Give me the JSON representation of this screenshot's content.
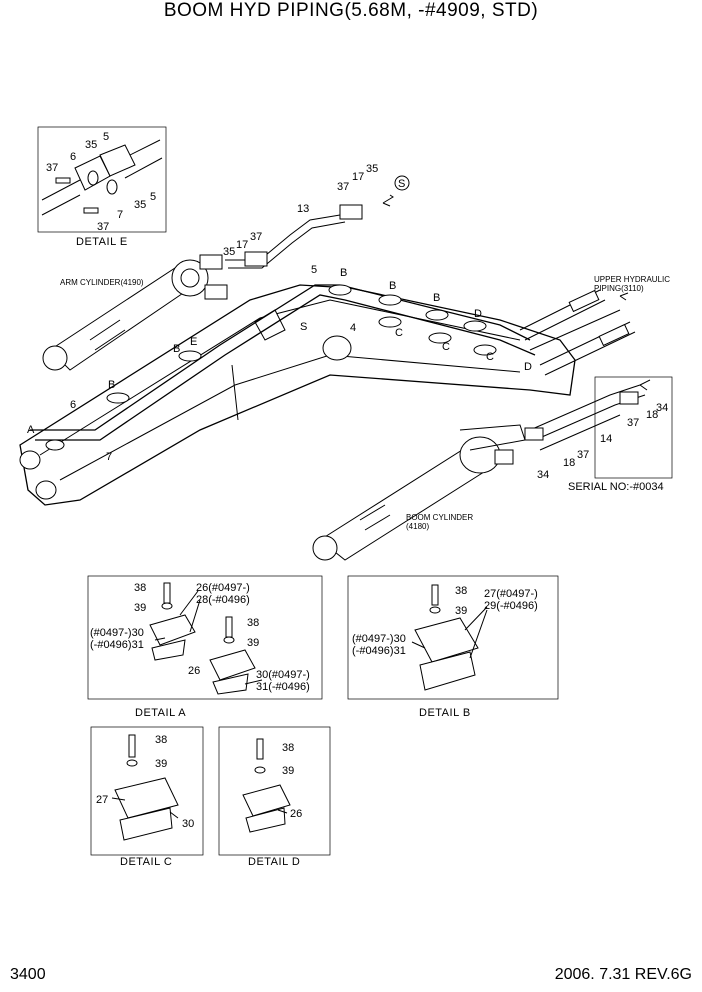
{
  "title": "BOOM HYD PIPING(5.68M, -#4909, STD)",
  "footer": {
    "page": "3400",
    "revision": "2006. 7.31  REV.6G"
  },
  "main": {
    "arm_cylinder": "ARM CYLINDER(4190)",
    "upper_line1": "UPPER HYDRAULIC",
    "upper_line2": "PIPING(3110)",
    "boom_line1": "BOOM CYLINDER",
    "boom_line2": "(4180)",
    "serial": "SERIAL NO:-#0034",
    "callouts": {
      "c35a": "35",
      "c17a": "17",
      "c37a": "37",
      "c13": "13",
      "cS1": "S",
      "c35b": "35",
      "c17b": "17",
      "c37b": "37",
      "c5": "5",
      "cB1": "B",
      "cB2": "B",
      "cB3": "B",
      "cD1": "D",
      "cC1": "C",
      "cC2": "C",
      "cC3": "C",
      "cD2": "D",
      "cS2": "S",
      "c4": "4",
      "cE": "E",
      "cB4": "B",
      "cB5": "B",
      "c6": "6",
      "cA": "A",
      "c7": "7",
      "c34a": "34",
      "c18a": "18",
      "c37c": "37",
      "c14": "14",
      "c18b": "18",
      "c37d": "37",
      "c34b": "34"
    }
  },
  "detail_e": {
    "label": "DETAIL  E",
    "callouts": {
      "c5a": "5",
      "c35a": "35",
      "c6": "6",
      "c37a": "37",
      "c35b": "35",
      "c5b": "5",
      "c7": "7",
      "c37b": "37"
    }
  },
  "detail_a": {
    "label": "DETAIL  A",
    "callouts": {
      "c38a": "38",
      "c39a": "39",
      "c26a": "26(#0497-)",
      "c28": "28(-#0496)",
      "c30a": "(#0497-)30",
      "c31a": "(-#0496)31",
      "c38b": "38",
      "c39b": "39",
      "c26b": "26",
      "c30b": "30(#0497-)",
      "c31b": "31(-#0496)"
    }
  },
  "detail_b": {
    "label": "DETAIL  B",
    "callouts": {
      "c38": "38",
      "c39": "39",
      "c27": "27(#0497-)",
      "c29": "29(-#0496)",
      "c30": "(#0497-)30",
      "c31": "(-#0496)31"
    }
  },
  "detail_c": {
    "label": "DETAIL  C",
    "callouts": {
      "c38": "38",
      "c39": "39",
      "c27": "27",
      "c30": "30"
    }
  },
  "detail_d": {
    "label": "DETAIL  D",
    "callouts": {
      "c38": "38",
      "c39": "39",
      "c26": "26"
    }
  }
}
